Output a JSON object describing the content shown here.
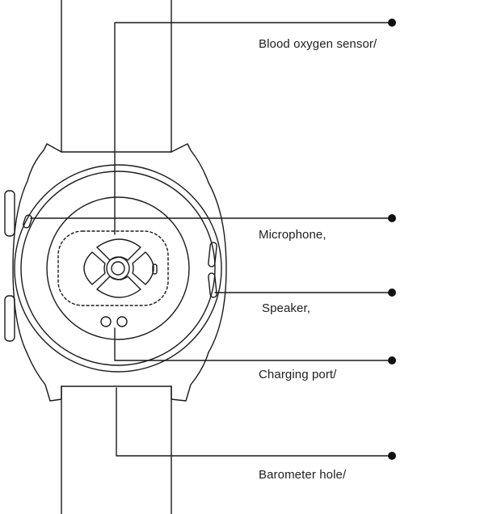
{
  "callouts": [
    {
      "id": "blood-oxygen-sensor",
      "label": "Blood oxygen sensor/"
    },
    {
      "id": "microphone",
      "label": "Microphone,"
    },
    {
      "id": "speaker",
      "label": "Speaker,"
    },
    {
      "id": "charging-port",
      "label": "Charging port/"
    },
    {
      "id": "barometer-hole",
      "label": "Barometer hole/"
    }
  ],
  "colors": {
    "line": "#1a1a1a",
    "background": "#ffffff"
  }
}
